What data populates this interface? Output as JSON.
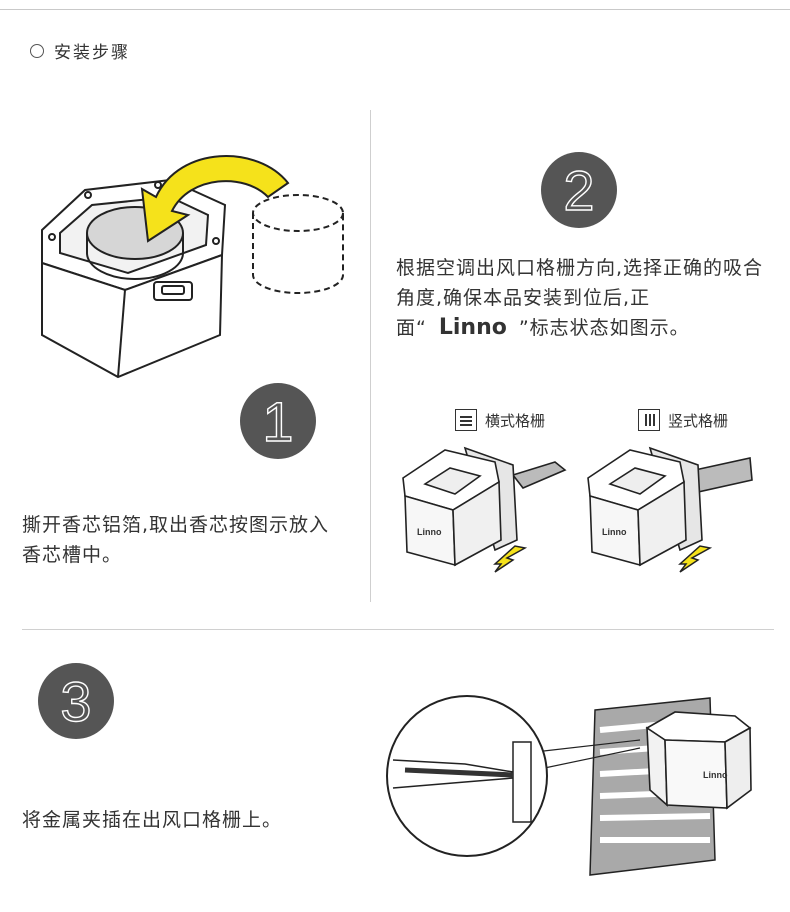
{
  "header": {
    "title": "安装步骤"
  },
  "steps": [
    {
      "number": "1",
      "text": "撕开香芯铝箔,取出香芯按图示放入香芯槽中。"
    },
    {
      "number": "2",
      "text_before": "根据空调出风口格栅方向,选择正确的吸合角度,确保本品安装到位后,正面“",
      "brand": "Linno",
      "text_after": "”标志状态如图示。"
    },
    {
      "number": "3",
      "text": "将金属夹插在出风口格栅上。"
    }
  ],
  "orientation_labels": {
    "horizontal": "横式格栅",
    "vertical": "竖式格栅"
  },
  "product_mark": "Linno",
  "colors": {
    "circle": "#555555",
    "arrow": "#f5e21b"
  }
}
